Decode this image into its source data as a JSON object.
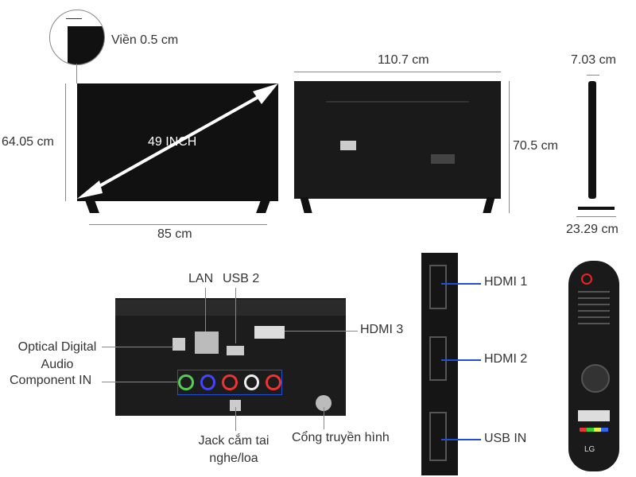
{
  "dimensions": {
    "bezel": "Viền 0.5 cm",
    "screen_size": "49 INCH",
    "front_height": "64.05 cm",
    "stand_width": "85 cm",
    "width": "110.7 cm",
    "height_with_stand": "70.5 cm",
    "depth": "7.03 cm",
    "stand_depth": "23.29 cm"
  },
  "ports": {
    "lan": "LAN",
    "usb2": "USB 2",
    "hdmi3": "HDMI 3",
    "optical": "Optical Digital Audio",
    "component": "Component IN",
    "headphone": "Jack cắm tai nghe/loa",
    "antenna": "Cổng truyền hình",
    "hdmi1": "HDMI 1",
    "hdmi2": "HDMI 2",
    "usb_in": "USB IN"
  },
  "colors": {
    "accent": "#1f4fd8",
    "tv": "#111111"
  }
}
